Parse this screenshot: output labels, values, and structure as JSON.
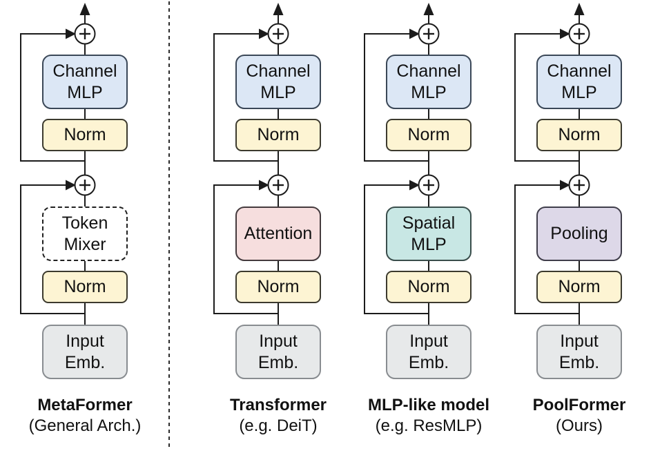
{
  "figure": {
    "title_hint": "MetaFormer architecture comparison diagram",
    "columns": [
      {
        "caption": "MetaFormer",
        "caption_sub": "(General Arch.)",
        "blocks": {
          "channel_mlp": "Channel\nMLP",
          "norm_top": "Norm",
          "mixer": "Token\nMixer",
          "norm_bottom": "Norm",
          "input_emb": "Input\nEmb."
        }
      },
      {
        "caption": "Transformer",
        "caption_sub": "(e.g. DeiT)",
        "blocks": {
          "channel_mlp": "Channel\nMLP",
          "norm_top": "Norm",
          "mixer": "Attention",
          "norm_bottom": "Norm",
          "input_emb": "Input\nEmb."
        }
      },
      {
        "caption": "MLP-like model",
        "caption_sub": "(e.g. ResMLP)",
        "blocks": {
          "channel_mlp": "Channel\nMLP",
          "norm_top": "Norm",
          "mixer": "Spatial\nMLP",
          "norm_bottom": "Norm",
          "input_emb": "Input\nEmb."
        }
      },
      {
        "caption": "PoolFormer",
        "caption_sub": "(Ours)",
        "blocks": {
          "channel_mlp": "Channel\nMLP",
          "norm_top": "Norm",
          "mixer": "Pooling",
          "norm_bottom": "Norm",
          "input_emb": "Input\nEmb."
        }
      }
    ],
    "icons": {
      "residual_add": "plus-circle-icon",
      "output": "up-arrow-icon"
    },
    "colors": {
      "channel_mlp_fill": "#dce7f5",
      "norm_fill": "#fdf4d3",
      "token_mixer_fill": "#ffffff",
      "attention_fill": "#f6dede",
      "spatial_mlp_fill": "#c8e7e4",
      "pooling_fill": "#ddd8e8",
      "input_emb_fill": "#e7e9ea",
      "line_color": "#1b1b1b"
    }
  }
}
